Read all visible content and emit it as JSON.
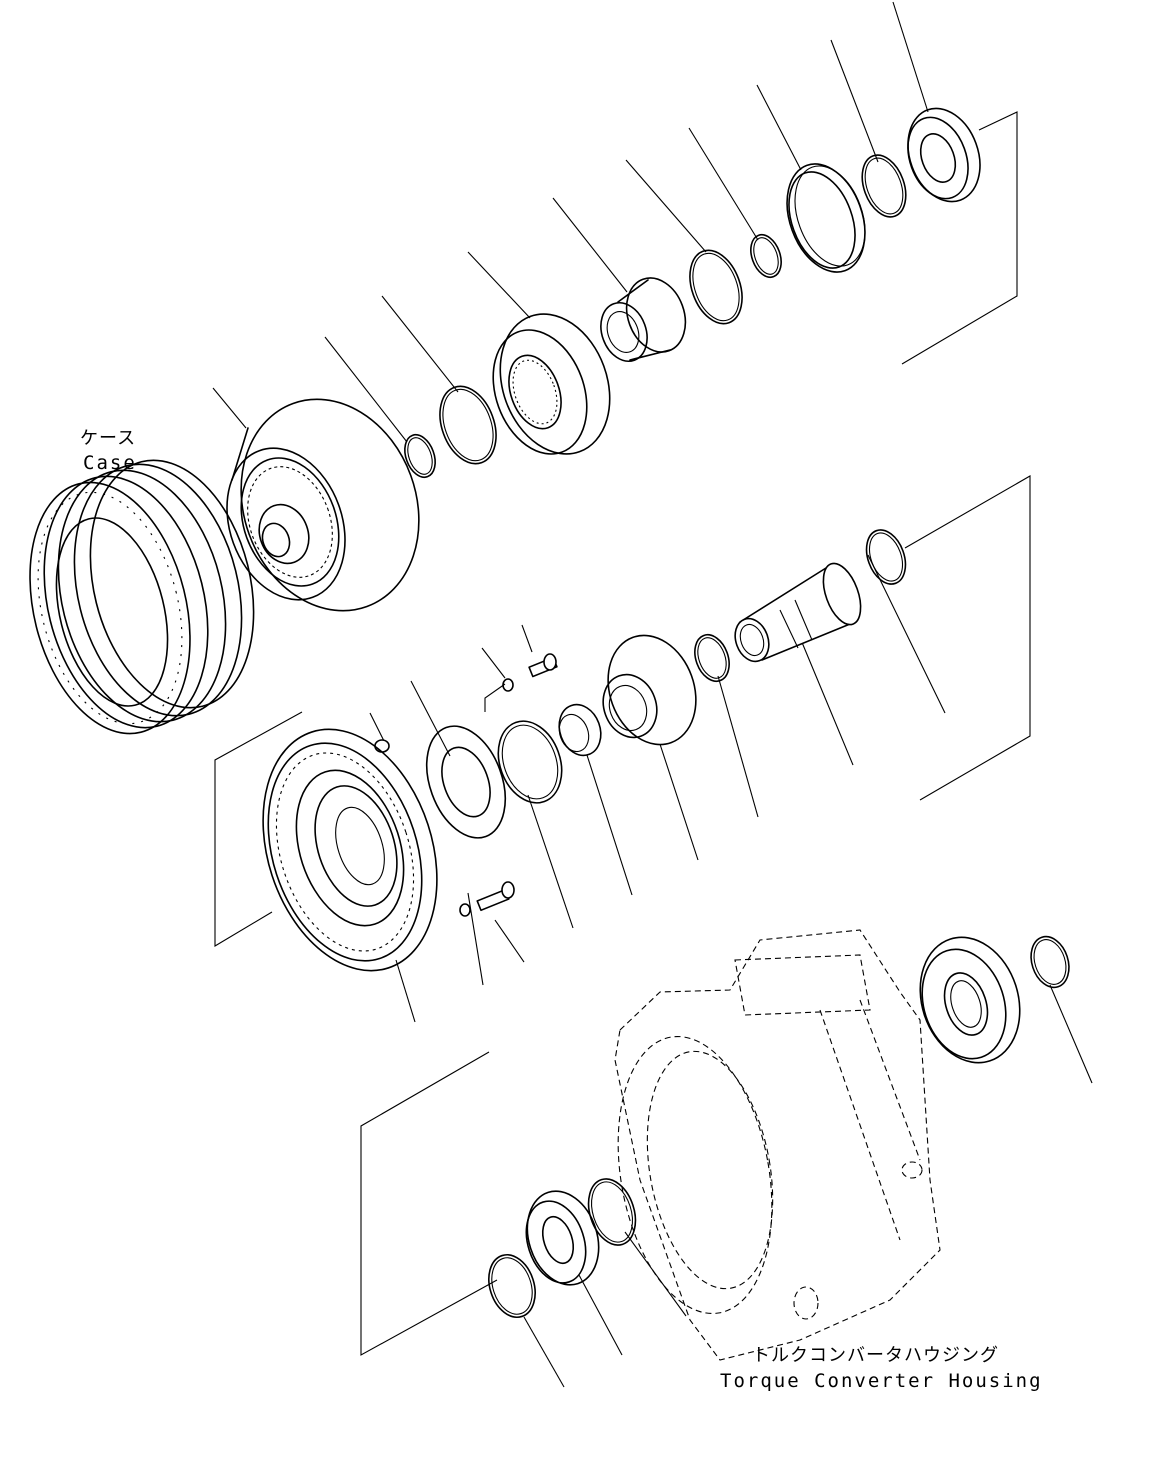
{
  "labels": {
    "case_jp": "ケース",
    "case_en": "Case",
    "housing_jp": "トルクコンバータハウジング",
    "housing_en": "Torque Converter Housing"
  },
  "colors": {
    "line": "#000000",
    "background": "#ffffff"
  }
}
